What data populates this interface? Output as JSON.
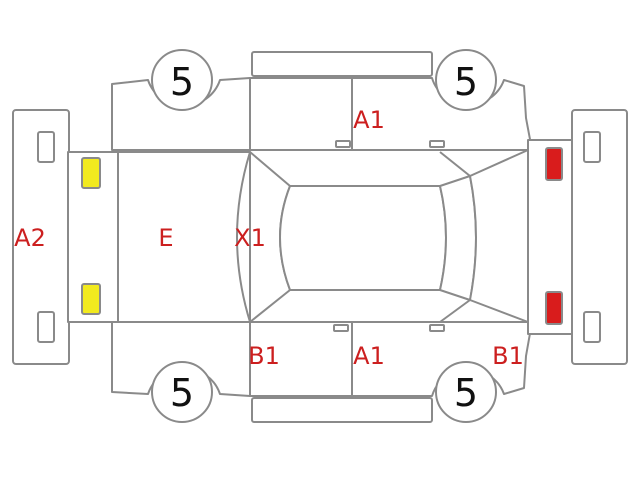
{
  "colors": {
    "outline": "#8a8a8a",
    "label": "#cc1f1f",
    "tire_text": "#111111",
    "front_light_fill": "#f2ea1e",
    "rear_light_fill": "#d91c1c"
  },
  "tires": {
    "front_left": "5",
    "rear_left": "5",
    "front_right": "5",
    "rear_right": "5"
  },
  "damage_labels": {
    "front_bumper": "A2",
    "hood": "E",
    "windshield_pillar": "X1",
    "right_doors": "A1",
    "left_doors": "A1",
    "front_left_fender": "B1",
    "rear_left_fender": "B1"
  }
}
